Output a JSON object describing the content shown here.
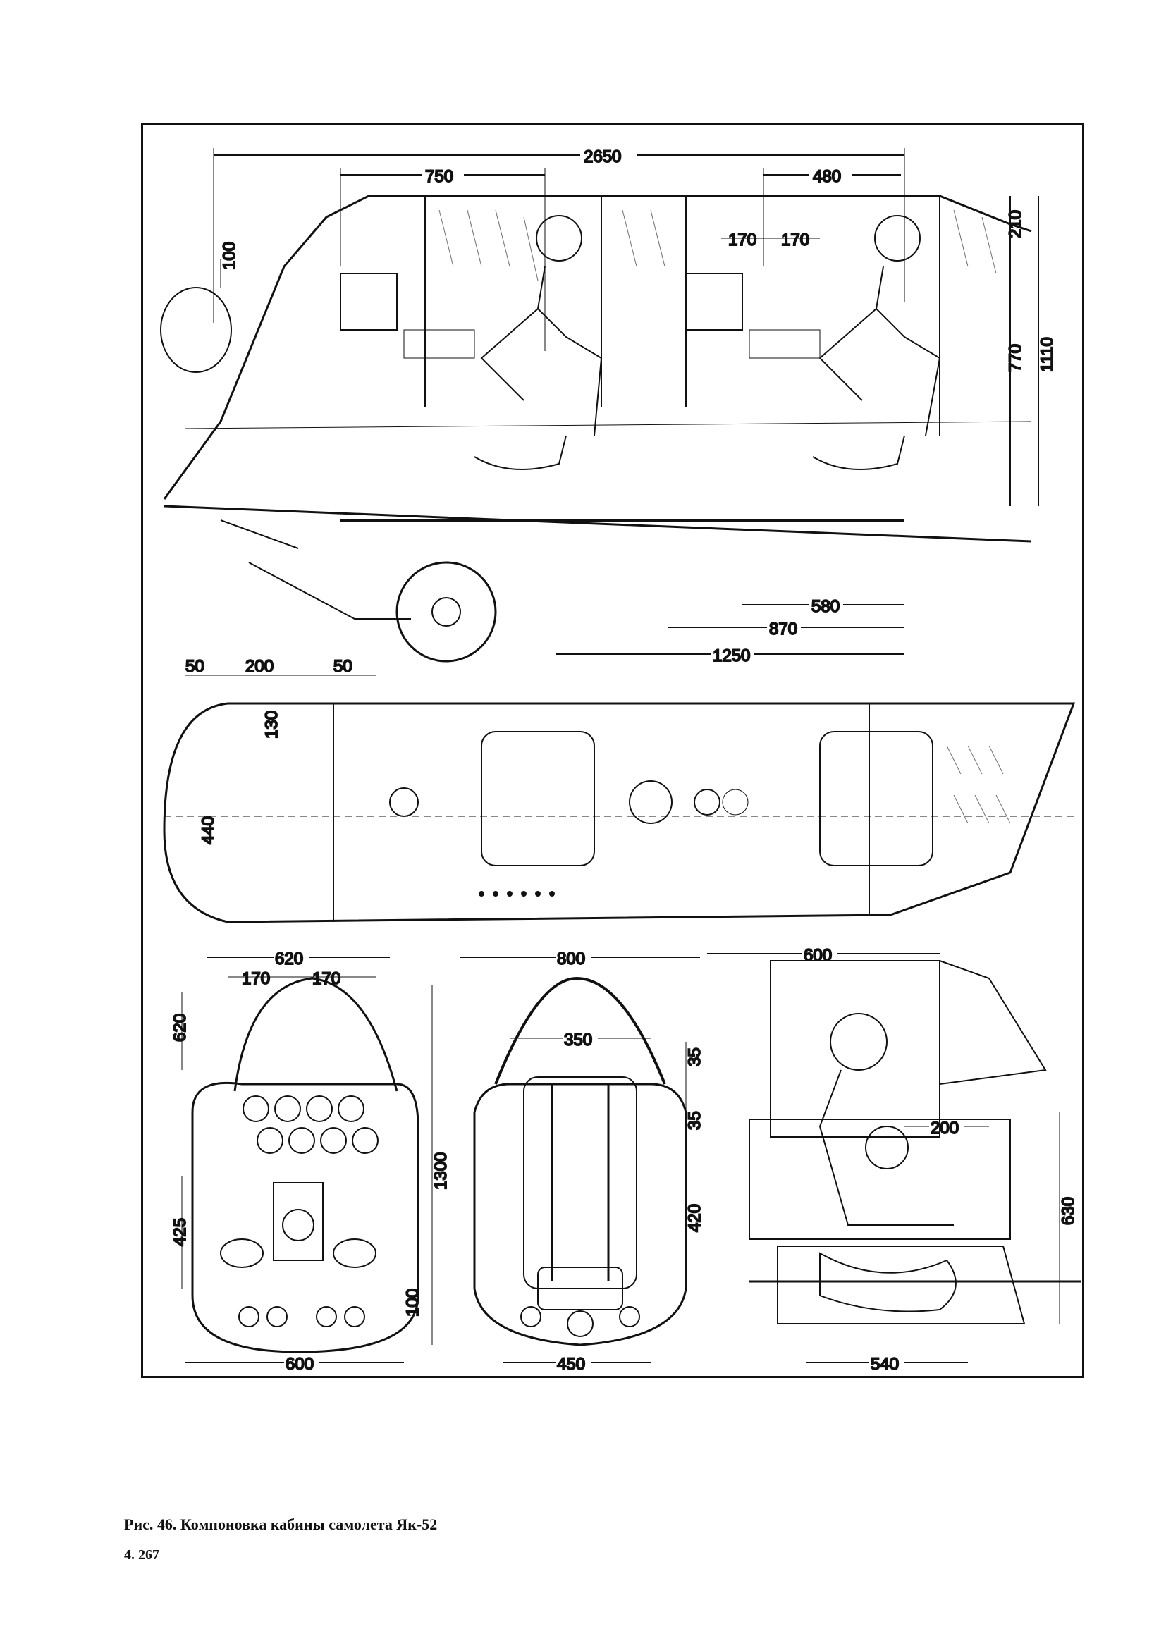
{
  "figure": {
    "caption": "Рис. 46. Компоновка кабины самолета Як-52",
    "page_number": "4.  267"
  },
  "side_view": {
    "dims": {
      "total_length": "2650",
      "front_section": "750",
      "rear_section": "480",
      "top_offset": "100",
      "stick_spacing_left": "170",
      "stick_spacing_right": "170",
      "right_top": "210",
      "right_mid": "770",
      "right_total": "1110",
      "bottom_580": "580",
      "bottom_870": "870",
      "bottom_1250": "1250"
    }
  },
  "top_view": {
    "dims": {
      "left_50": "50",
      "center_200": "200",
      "right_50": "50",
      "height_130": "130",
      "width_440": "440"
    }
  },
  "front_view": {
    "dims": {
      "width_620": "620",
      "spacing_left": "170",
      "spacing_right": "170",
      "height_620": "620",
      "height_425": "425",
      "height_1300": "1300",
      "height_100": "100",
      "bottom_600": "600"
    }
  },
  "rear_view": {
    "dims": {
      "width_800": "800",
      "width_350": "350",
      "width_450": "450"
    }
  },
  "seat_section": {
    "dims": {
      "width_600": "600",
      "height_35_top": "35",
      "height_35_bottom": "35",
      "width_200": "200",
      "height_420": "420",
      "height_630": "630",
      "width_540": "540"
    }
  }
}
